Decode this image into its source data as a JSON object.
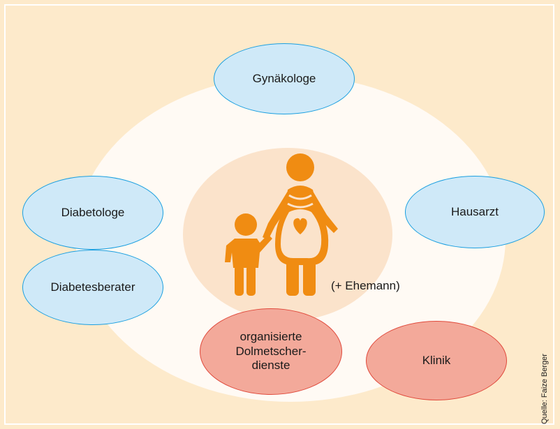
{
  "diagram": {
    "nodes": {
      "gynaekologe": "Gynäkologe",
      "diabetologe": "Diabetologe",
      "diabetesberater": "Diabetesberater",
      "hausarzt": "Hausarzt",
      "dolmetscher": "organisierte\nDolmetscher-\ndienste",
      "klinik": "Klinik"
    },
    "center_note": "(+ Ehemann)",
    "center_icon": "pregnant-woman-with-child-icon",
    "source_credit": "Quelle: Faize Berger"
  },
  "colors": {
    "background": "#fdeacb",
    "outer_ring": "#fffaf4",
    "inner_ring": "#fbe3cb",
    "blue_fill": "#cfe9f8",
    "blue_stroke": "#1a9fe0",
    "red_fill": "#f3a99a",
    "red_stroke": "#e04a3c",
    "figure": "#f08c12"
  }
}
